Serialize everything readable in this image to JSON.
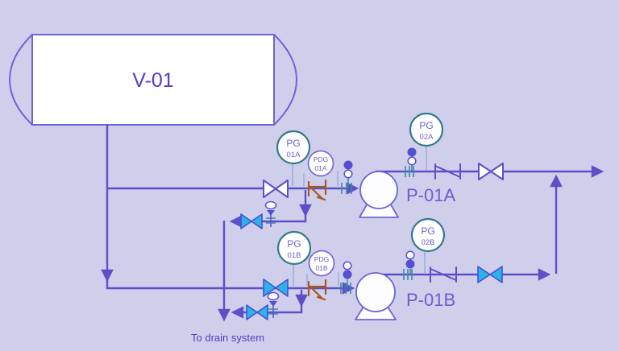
{
  "diagram": {
    "vessel": {
      "label": "V-01"
    },
    "pumps": [
      {
        "label": "P-01A"
      },
      {
        "label": "P-01B"
      }
    ],
    "drain_label": "To drain system",
    "instruments": [
      {
        "name": "PG",
        "tag": "01A"
      },
      {
        "name": "PDG",
        "tag": "01A"
      },
      {
        "name": "PG",
        "tag": "02A"
      },
      {
        "name": "PG",
        "tag": "01B"
      },
      {
        "name": "PDG",
        "tag": "01B"
      },
      {
        "name": "PG",
        "tag": "02B"
      }
    ],
    "colors": {
      "background": "#cfcfec",
      "pipe": "#5b50c8",
      "vessel_outline": "#6e63d6",
      "label_text": "#4d42c4",
      "pump_label": "#6a5ed2",
      "valve_blue": "#2ab4e8",
      "valve_blue_stroke": "#4a4fd0",
      "strainer_brown": "#a8571f",
      "pg_stroke": "#337a8a",
      "pdg_stroke": "#7d6cd9",
      "inst_text": "#6b5fd0",
      "tap_line": "#93a7dd",
      "tick_teal": "#3f87a6",
      "ball_purple": "#544fd0"
    }
  }
}
